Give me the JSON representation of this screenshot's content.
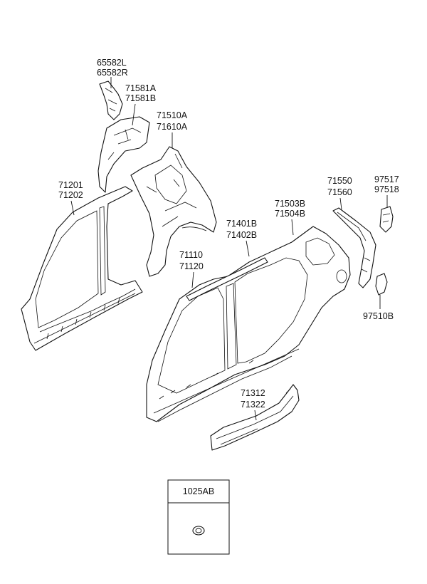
{
  "labels": {
    "p65582": [
      "65582L",
      "65582R"
    ],
    "p71581": [
      "71581A",
      "71581B"
    ],
    "p71510": [
      "71510A",
      "71610A"
    ],
    "p71201": [
      "71201",
      "71202"
    ],
    "p71503": [
      "71503B",
      "71504B"
    ],
    "p71550": [
      "71550",
      "71560"
    ],
    "p97517": [
      "97517",
      "97518"
    ],
    "p71401": [
      "71401B",
      "71402B"
    ],
    "p71110": [
      "71110",
      "71120"
    ],
    "p97510": "97510B",
    "p71312": [
      "71312",
      "71322"
    ],
    "p1025": "1025AB"
  }
}
